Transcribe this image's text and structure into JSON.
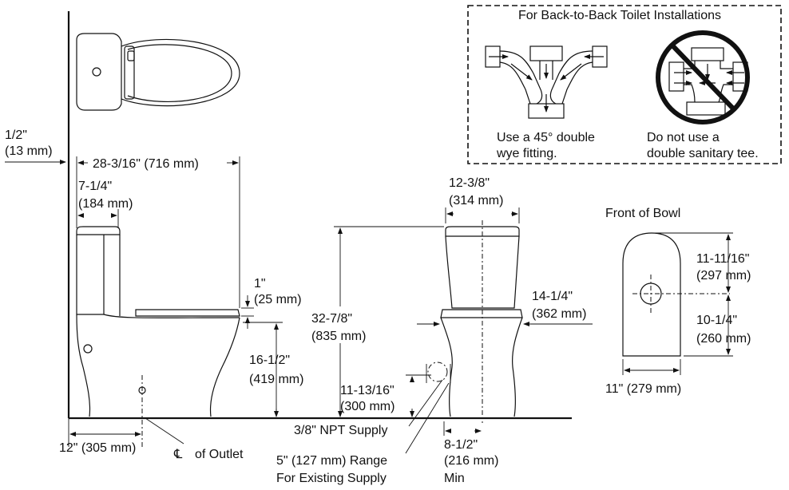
{
  "inset": {
    "title": "For Back-to-Back Toilet Installations",
    "good_caption_1": "Use a 45° double",
    "good_caption_2": "wye fitting.",
    "bad_caption_1": "Do not use a",
    "bad_caption_2": "double sanitary tee."
  },
  "side_view": {
    "wall_offset_1": "1/2\"",
    "wall_offset_2": "(13 mm)",
    "overall_depth": "28-3/16\" (716 mm)",
    "tank_depth_1": "7-1/4\"",
    "tank_depth_2": "(184 mm)",
    "seat_gap_1": "1\"",
    "seat_gap_2": "(25 mm)",
    "rim_height_1": "16-1/2\"",
    "rim_height_2": "(419 mm)",
    "rough_in": "12\" (305 mm)",
    "outlet_label": "of Outlet",
    "centerline_symbol": "CL"
  },
  "front_view": {
    "tank_width_1": "12-3/8\"",
    "tank_width_2": "(314 mm)",
    "overall_height_1": "32-7/8\"",
    "overall_height_2": "(835 mm)",
    "seat_width_1": "14-1/4\"",
    "seat_width_2": "(362 mm)",
    "supply_height_1": "11-13/16\"",
    "supply_height_2": "(300 mm)",
    "supply_label": "3/8\" NPT Supply",
    "supply_range_1": "5\" (127 mm) Range",
    "supply_range_2": "For Existing Supply",
    "supply_offset_1": "8-1/2\"",
    "supply_offset_2": "(216 mm)",
    "supply_offset_3": "Min"
  },
  "bowl_view": {
    "title": "Front of Bowl",
    "front_length_1": "11-11/16\"",
    "front_length_2": "(297 mm)",
    "rear_length_1": "10-1/4\"",
    "rear_length_2": "(260 mm)",
    "bowl_width": "11\" (279 mm)"
  }
}
